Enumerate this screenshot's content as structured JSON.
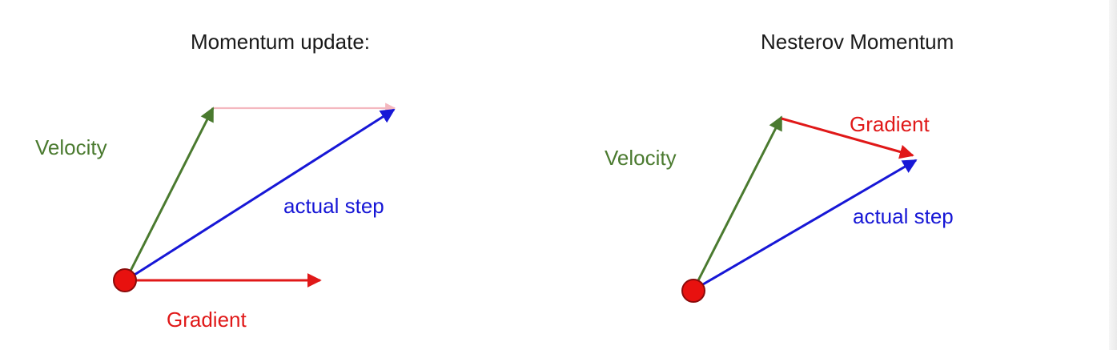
{
  "left_panel": {
    "title": "Momentum update:",
    "labels": {
      "velocity": "Velocity",
      "actual_step": "actual step",
      "gradient": "Gradient"
    }
  },
  "right_panel": {
    "title": "Nesterov Momentum",
    "labels": {
      "velocity": "Velocity",
      "gradient": "Gradient",
      "actual_step": "actual step"
    }
  },
  "colors": {
    "title": "#1a1a1a",
    "velocity": "#4a7a2f",
    "gradient": "#e01818",
    "gradient_faint": "#f4b8bf",
    "actual_step": "#1717d6",
    "point_fill": "#e8110f",
    "point_stroke": "#8b0a0a"
  }
}
